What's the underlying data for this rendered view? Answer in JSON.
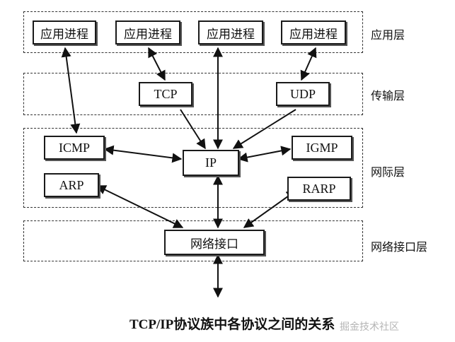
{
  "layers": {
    "application": "应用层",
    "transport": "传输层",
    "network": "网际层",
    "link": "网络接口层"
  },
  "boxes": {
    "app1": "应用进程",
    "app2": "应用进程",
    "app3": "应用进程",
    "app4": "应用进程",
    "tcp": "TCP",
    "udp": "UDP",
    "icmp": "ICMP",
    "ip": "IP",
    "igmp": "IGMP",
    "arp": "ARP",
    "rarp": "RARP",
    "netif": "网络接口"
  },
  "caption": "TCP/IP协议族中各协议之间的关系",
  "watermark": "掘金技术社区"
}
